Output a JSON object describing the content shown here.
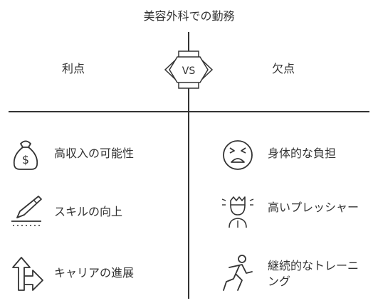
{
  "title": "美容外科での勤務",
  "vs_label": "VS",
  "left": {
    "heading": "利点",
    "items": [
      {
        "label": "高収入の可能性",
        "icon": "money-bag-icon"
      },
      {
        "label": "スキルの向上",
        "icon": "scalpel-icon"
      },
      {
        "label": "キャリアの進展",
        "icon": "direction-arrows-icon"
      }
    ]
  },
  "right": {
    "heading": "欠点",
    "items": [
      {
        "label": "身体的な負担",
        "icon": "tired-face-icon"
      },
      {
        "label": "高いプレッシャー",
        "icon": "stressed-person-icon"
      },
      {
        "label": "継続的なトレーニング",
        "icon": "running-person-icon"
      }
    ]
  },
  "colors": {
    "line": "#333333",
    "text": "#333333",
    "background": "#ffffff"
  }
}
